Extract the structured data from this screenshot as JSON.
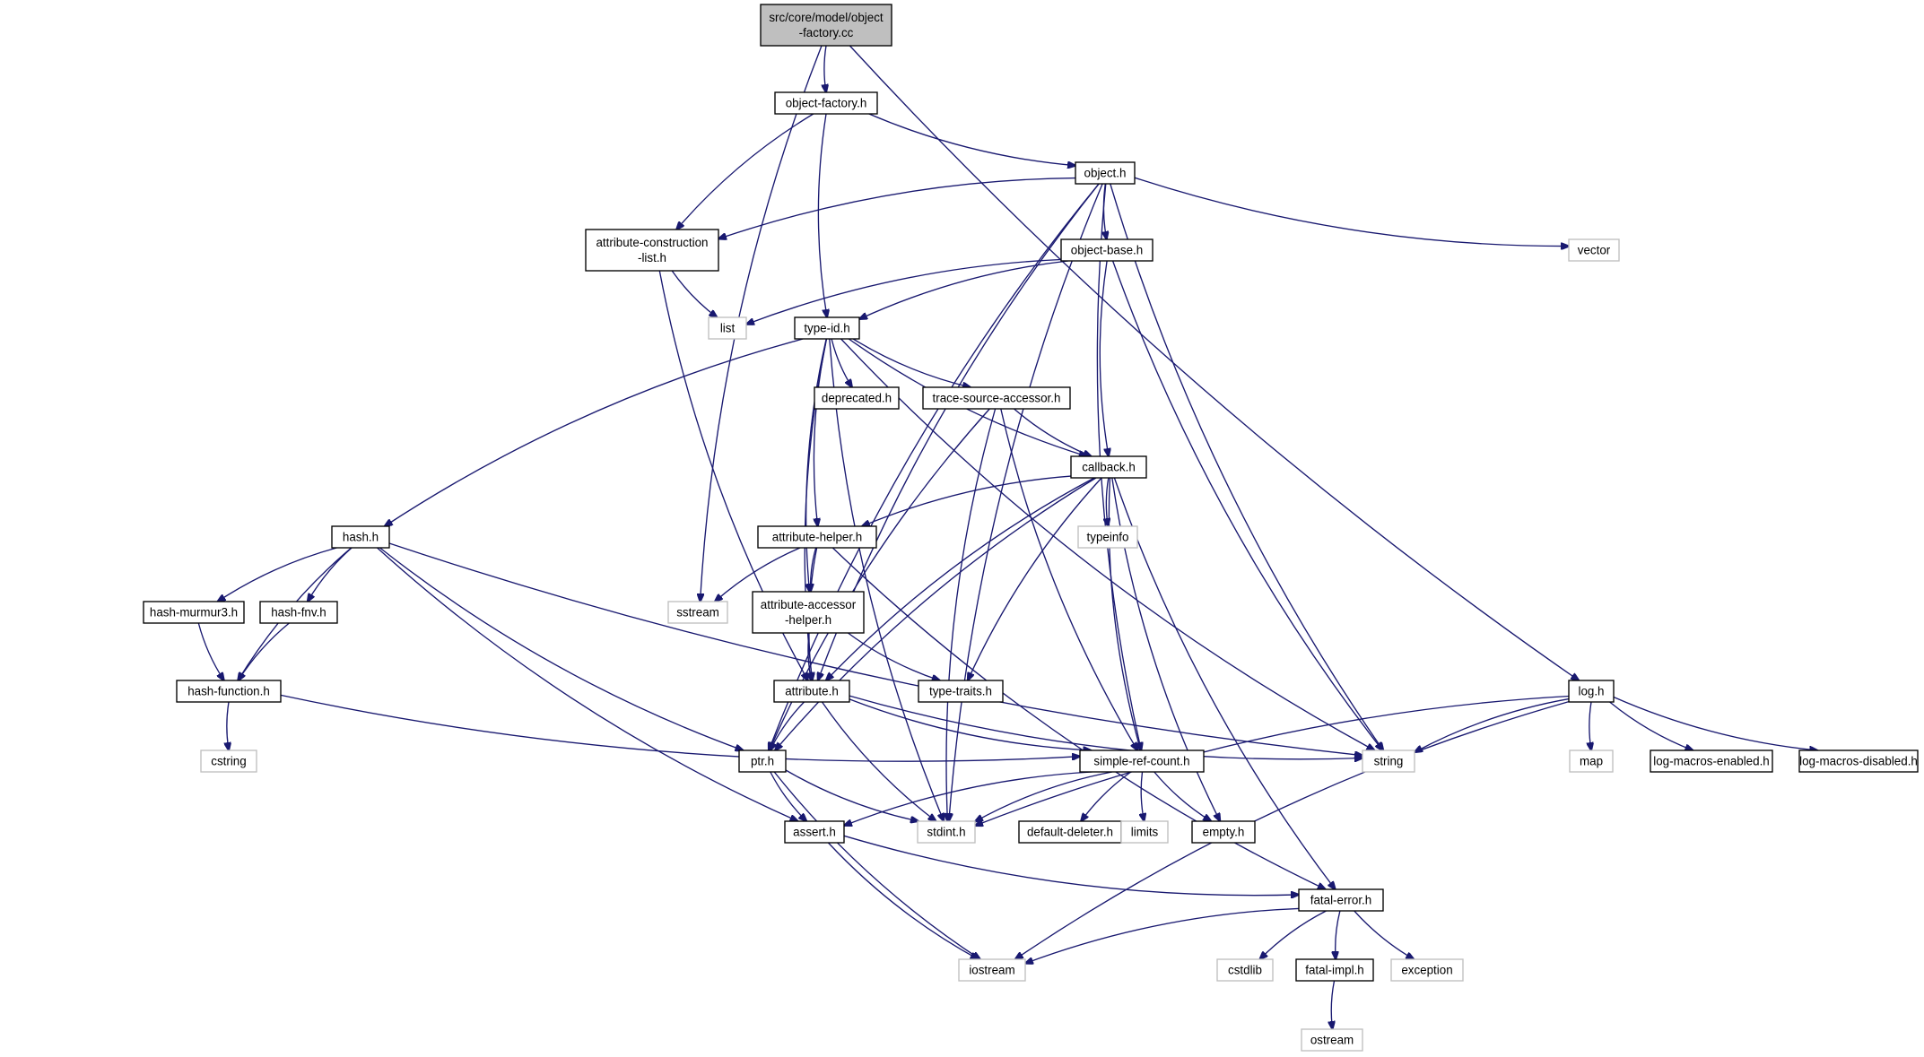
{
  "diagram": {
    "type": "include-dependency-graph",
    "colors": {
      "background": "#ffffff",
      "edge": "#191970",
      "root_fill": "#bfbfbf",
      "node_border": "#000000",
      "system_header_border": "#bfbfbf",
      "text": "#000000"
    },
    "nodes": [
      {
        "id": "root",
        "lines": [
          "src/core/model/object",
          "-factory.cc"
        ],
        "kind": "root"
      },
      {
        "id": "object-factory.h",
        "lines": [
          "object-factory.h"
        ],
        "kind": "file"
      },
      {
        "id": "object.h",
        "lines": [
          "object.h"
        ],
        "kind": "file"
      },
      {
        "id": "attribute-construction-list.h",
        "lines": [
          "attribute-construction",
          "-list.h"
        ],
        "kind": "file"
      },
      {
        "id": "object-base.h",
        "lines": [
          "object-base.h"
        ],
        "kind": "file"
      },
      {
        "id": "vector",
        "lines": [
          "vector"
        ],
        "kind": "system"
      },
      {
        "id": "list",
        "lines": [
          "list"
        ],
        "kind": "system"
      },
      {
        "id": "type-id.h",
        "lines": [
          "type-id.h"
        ],
        "kind": "file"
      },
      {
        "id": "deprecated.h",
        "lines": [
          "deprecated.h"
        ],
        "kind": "file"
      },
      {
        "id": "trace-source-accessor.h",
        "lines": [
          "trace-source-accessor.h"
        ],
        "kind": "file"
      },
      {
        "id": "callback.h",
        "lines": [
          "callback.h"
        ],
        "kind": "file"
      },
      {
        "id": "typeinfo",
        "lines": [
          "typeinfo"
        ],
        "kind": "system"
      },
      {
        "id": "hash.h",
        "lines": [
          "hash.h"
        ],
        "kind": "file"
      },
      {
        "id": "attribute-helper.h",
        "lines": [
          "attribute-helper.h"
        ],
        "kind": "file"
      },
      {
        "id": "sstream",
        "lines": [
          "sstream"
        ],
        "kind": "system"
      },
      {
        "id": "attribute-accessor-helper.h",
        "lines": [
          "attribute-accessor",
          "-helper.h"
        ],
        "kind": "file"
      },
      {
        "id": "hash-murmur3.h",
        "lines": [
          "hash-murmur3.h"
        ],
        "kind": "file"
      },
      {
        "id": "hash-fnv.h",
        "lines": [
          "hash-fnv.h"
        ],
        "kind": "file"
      },
      {
        "id": "hash-function.h",
        "lines": [
          "hash-function.h"
        ],
        "kind": "file"
      },
      {
        "id": "attribute.h",
        "lines": [
          "attribute.h"
        ],
        "kind": "file"
      },
      {
        "id": "type-traits.h",
        "lines": [
          "type-traits.h"
        ],
        "kind": "file"
      },
      {
        "id": "log.h",
        "lines": [
          "log.h"
        ],
        "kind": "file"
      },
      {
        "id": "cstring",
        "lines": [
          "cstring"
        ],
        "kind": "system"
      },
      {
        "id": "ptr.h",
        "lines": [
          "ptr.h"
        ],
        "kind": "file"
      },
      {
        "id": "simple-ref-count.h",
        "lines": [
          "simple-ref-count.h"
        ],
        "kind": "file"
      },
      {
        "id": "string",
        "lines": [
          "string"
        ],
        "kind": "system"
      },
      {
        "id": "map",
        "lines": [
          "map"
        ],
        "kind": "system"
      },
      {
        "id": "log-macros-enabled.h",
        "lines": [
          "log-macros-enabled.h"
        ],
        "kind": "file"
      },
      {
        "id": "log-macros-disabled.h",
        "lines": [
          "log-macros-disabled.h"
        ],
        "kind": "file"
      },
      {
        "id": "assert.h",
        "lines": [
          "assert.h"
        ],
        "kind": "file"
      },
      {
        "id": "stdint.h",
        "lines": [
          "stdint.h"
        ],
        "kind": "system"
      },
      {
        "id": "default-deleter.h",
        "lines": [
          "default-deleter.h"
        ],
        "kind": "file"
      },
      {
        "id": "limits",
        "lines": [
          "limits"
        ],
        "kind": "system"
      },
      {
        "id": "empty.h",
        "lines": [
          "empty.h"
        ],
        "kind": "file"
      },
      {
        "id": "fatal-error.h",
        "lines": [
          "fatal-error.h"
        ],
        "kind": "file"
      },
      {
        "id": "iostream",
        "lines": [
          "iostream"
        ],
        "kind": "system"
      },
      {
        "id": "cstdlib",
        "lines": [
          "cstdlib"
        ],
        "kind": "system"
      },
      {
        "id": "fatal-impl.h",
        "lines": [
          "fatal-impl.h"
        ],
        "kind": "file"
      },
      {
        "id": "exception",
        "lines": [
          "exception"
        ],
        "kind": "system"
      },
      {
        "id": "ostream",
        "lines": [
          "ostream"
        ],
        "kind": "system"
      }
    ],
    "edges": [
      [
        "root",
        "object-factory.h"
      ],
      [
        "root",
        "sstream"
      ],
      [
        "root",
        "log.h"
      ],
      [
        "object-factory.h",
        "object.h"
      ],
      [
        "object-factory.h",
        "attribute-construction-list.h"
      ],
      [
        "object-factory.h",
        "type-id.h"
      ],
      [
        "object.h",
        "attribute-construction-list.h"
      ],
      [
        "object.h",
        "object-base.h"
      ],
      [
        "object.h",
        "vector"
      ],
      [
        "object.h",
        "ptr.h"
      ],
      [
        "object.h",
        "attribute.h"
      ],
      [
        "object.h",
        "simple-ref-count.h"
      ],
      [
        "object.h",
        "string"
      ],
      [
        "object.h",
        "stdint.h"
      ],
      [
        "attribute-construction-list.h",
        "list"
      ],
      [
        "attribute-construction-list.h",
        "attribute.h"
      ],
      [
        "object-base.h",
        "list"
      ],
      [
        "object-base.h",
        "type-id.h"
      ],
      [
        "object-base.h",
        "callback.h"
      ],
      [
        "object-base.h",
        "string"
      ],
      [
        "type-id.h",
        "deprecated.h"
      ],
      [
        "type-id.h",
        "trace-source-accessor.h"
      ],
      [
        "type-id.h",
        "callback.h"
      ],
      [
        "type-id.h",
        "hash.h"
      ],
      [
        "type-id.h",
        "attribute-helper.h"
      ],
      [
        "type-id.h",
        "attribute-accessor-helper.h"
      ],
      [
        "type-id.h",
        "attribute.h"
      ],
      [
        "type-id.h",
        "string"
      ],
      [
        "type-id.h",
        "stdint.h"
      ],
      [
        "trace-source-accessor.h",
        "callback.h"
      ],
      [
        "trace-source-accessor.h",
        "ptr.h"
      ],
      [
        "trace-source-accessor.h",
        "simple-ref-count.h"
      ],
      [
        "trace-source-accessor.h",
        "stdint.h"
      ],
      [
        "callback.h",
        "typeinfo"
      ],
      [
        "callback.h",
        "attribute-helper.h"
      ],
      [
        "callback.h",
        "attribute.h"
      ],
      [
        "callback.h",
        "ptr.h"
      ],
      [
        "callback.h",
        "type-traits.h"
      ],
      [
        "callback.h",
        "simple-ref-count.h"
      ],
      [
        "callback.h",
        "empty.h"
      ],
      [
        "callback.h",
        "fatal-error.h"
      ],
      [
        "hash.h",
        "hash-murmur3.h"
      ],
      [
        "hash.h",
        "hash-fnv.h"
      ],
      [
        "hash.h",
        "hash-function.h"
      ],
      [
        "hash.h",
        "ptr.h"
      ],
      [
        "hash.h",
        "assert.h"
      ],
      [
        "hash.h",
        "string"
      ],
      [
        "attribute-helper.h",
        "sstream"
      ],
      [
        "attribute-helper.h",
        "attribute-accessor-helper.h"
      ],
      [
        "attribute-helper.h",
        "attribute.h"
      ],
      [
        "attribute-helper.h",
        "fatal-error.h"
      ],
      [
        "attribute-accessor-helper.h",
        "attribute.h"
      ],
      [
        "attribute-accessor-helper.h",
        "type-traits.h"
      ],
      [
        "hash-murmur3.h",
        "hash-function.h"
      ],
      [
        "hash-fnv.h",
        "hash-function.h"
      ],
      [
        "hash-function.h",
        "cstring"
      ],
      [
        "hash-function.h",
        "simple-ref-count.h"
      ],
      [
        "attribute.h",
        "ptr.h"
      ],
      [
        "attribute.h",
        "simple-ref-count.h"
      ],
      [
        "attribute.h",
        "string"
      ],
      [
        "attribute.h",
        "stdint.h"
      ],
      [
        "log.h",
        "string"
      ],
      [
        "log.h",
        "map"
      ],
      [
        "log.h",
        "log-macros-enabled.h"
      ],
      [
        "log.h",
        "log-macros-disabled.h"
      ],
      [
        "log.h",
        "stdint.h"
      ],
      [
        "log.h",
        "iostream"
      ],
      [
        "ptr.h",
        "assert.h"
      ],
      [
        "ptr.h",
        "iostream"
      ],
      [
        "ptr.h",
        "stdint.h"
      ],
      [
        "simple-ref-count.h",
        "assert.h"
      ],
      [
        "simple-ref-count.h",
        "stdint.h"
      ],
      [
        "simple-ref-count.h",
        "default-deleter.h"
      ],
      [
        "simple-ref-count.h",
        "limits"
      ],
      [
        "simple-ref-count.h",
        "empty.h"
      ],
      [
        "assert.h",
        "fatal-error.h"
      ],
      [
        "assert.h",
        "iostream"
      ],
      [
        "fatal-error.h",
        "iostream"
      ],
      [
        "fatal-error.h",
        "cstdlib"
      ],
      [
        "fatal-error.h",
        "fatal-impl.h"
      ],
      [
        "fatal-error.h",
        "exception"
      ],
      [
        "fatal-impl.h",
        "ostream"
      ]
    ]
  }
}
